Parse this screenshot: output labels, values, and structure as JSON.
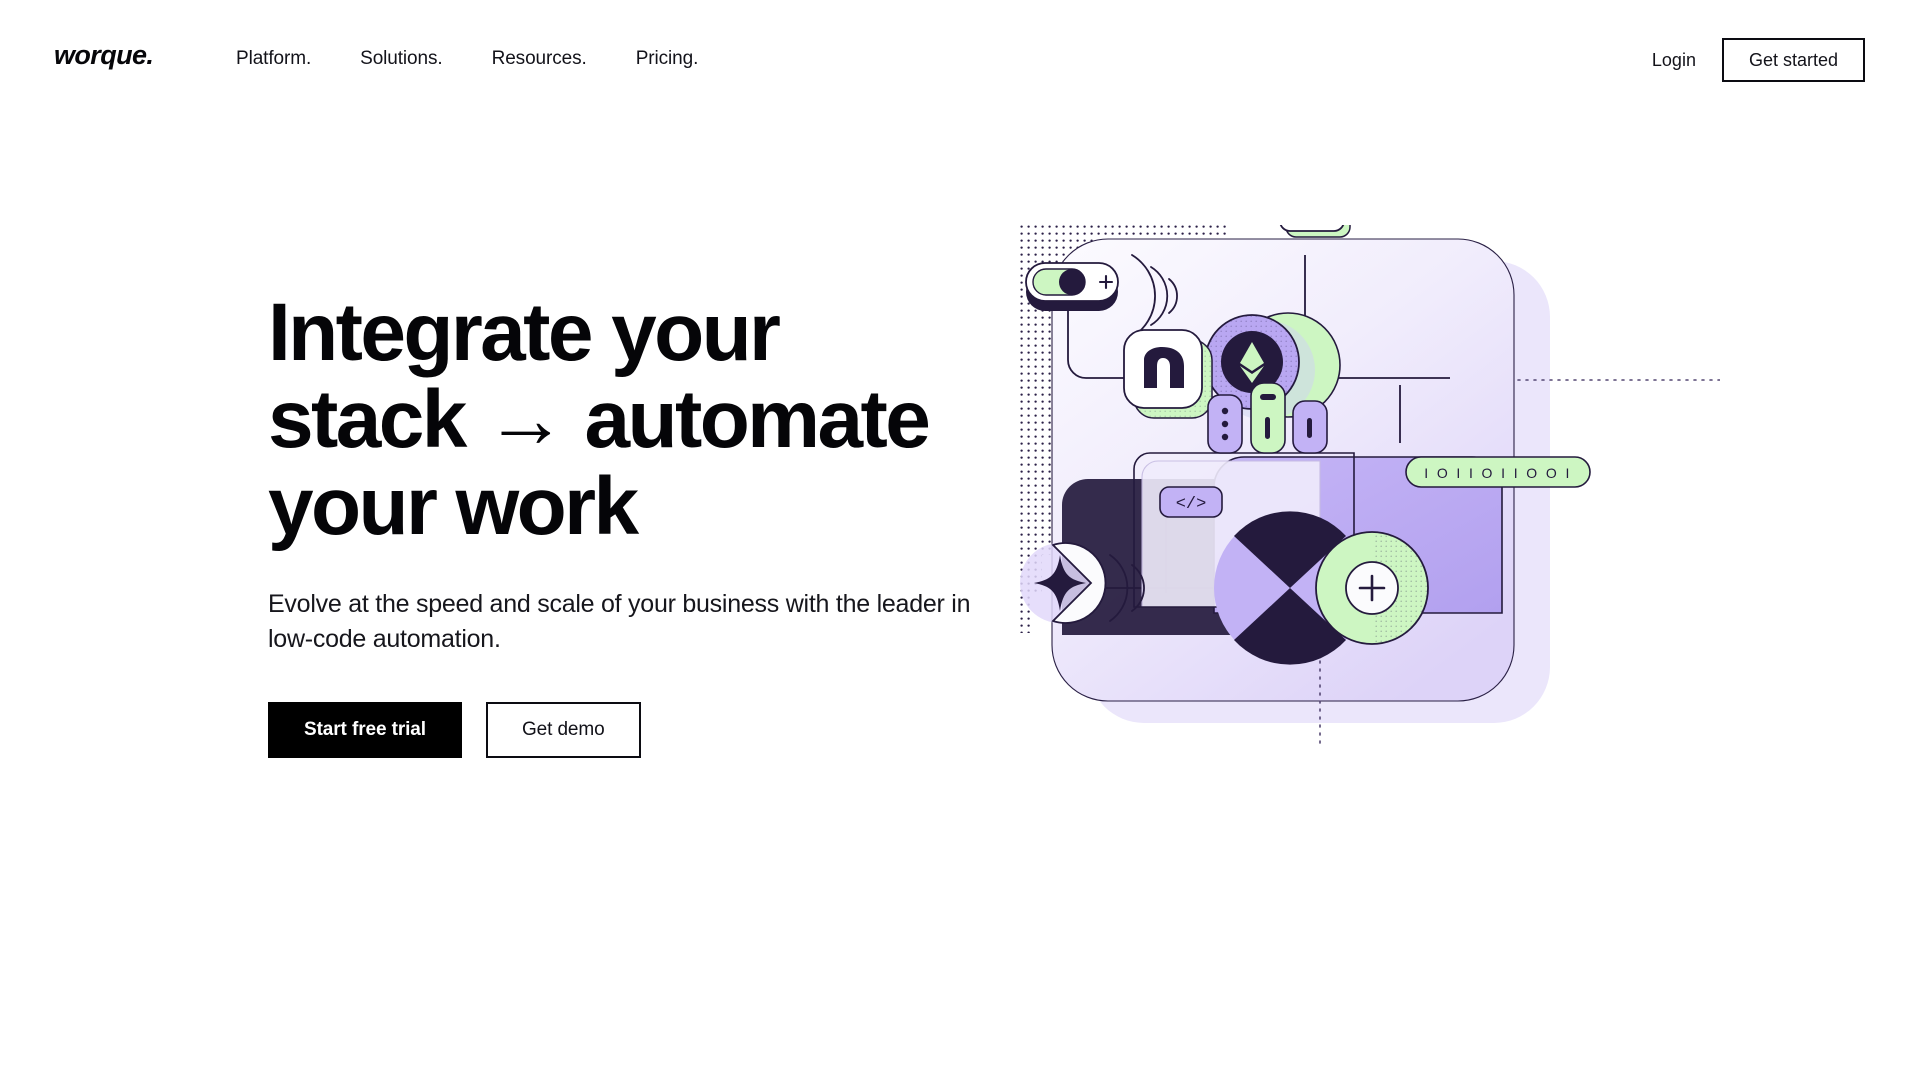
{
  "brand": {
    "name": "worque."
  },
  "nav": {
    "links": [
      {
        "label": "Platform."
      },
      {
        "label": "Solutions."
      },
      {
        "label": "Resources."
      },
      {
        "label": "Pricing."
      }
    ],
    "login_label": "Login",
    "get_started_label": "Get started"
  },
  "hero": {
    "headline": "Integrate your stack → automate your work",
    "subhead": "Evolve at the speed and scale of your business with the leader in low-code automation.",
    "primary_cta": "Start free trial",
    "secondary_cta": "Get demo"
  },
  "illustration": {
    "code_badge_label": "</>",
    "binary_label": "I O I I O I I O O I",
    "node_glyph": "n",
    "plus_symbol": "+",
    "toggle_plus_symbol": "+",
    "colors": {
      "ink": "#241a3d",
      "green": "#c8f5bd",
      "purple": "#b9a7f2",
      "purple_light": "#d5c9fb",
      "panel_top": "#fbfaff",
      "panel_bottom": "#ddd4f8",
      "panel_shadow": "#ebe6fb",
      "white": "#ffffff"
    }
  },
  "theme": {
    "accent_black": "#000000",
    "text": "#13131a",
    "background": "#ffffff"
  }
}
